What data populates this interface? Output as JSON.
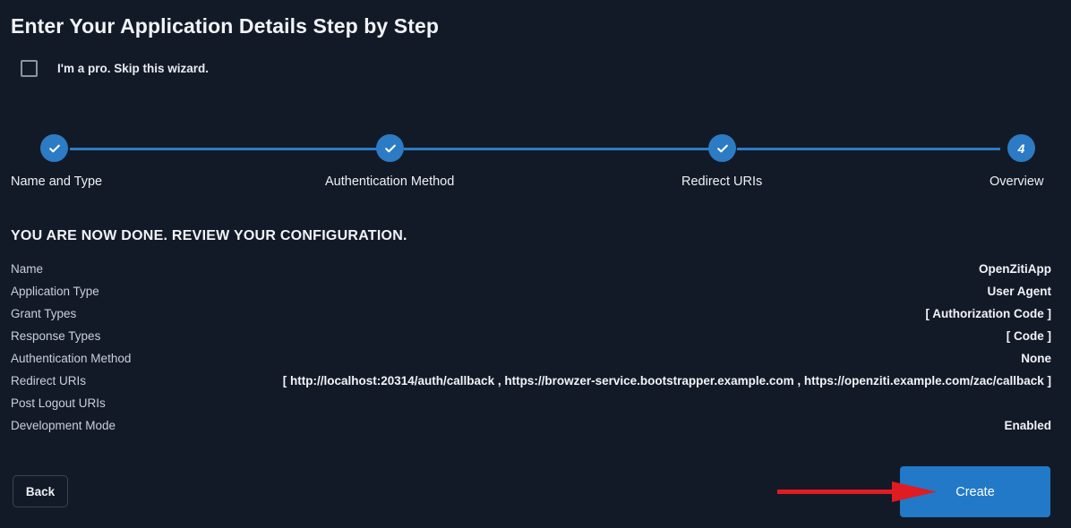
{
  "page": {
    "title": "Enter Your Application Details Step by Step",
    "background_color": "#131a27",
    "accent_color": "#2179c8",
    "annotation_color": "#e11b22"
  },
  "skip": {
    "label": "I'm a pro. Skip this wizard.",
    "checked": false
  },
  "stepper": {
    "steps": [
      {
        "label": "Name and Type",
        "state": "complete",
        "marker": "check"
      },
      {
        "label": "Authentication Method",
        "state": "complete",
        "marker": "check"
      },
      {
        "label": "Redirect URIs",
        "state": "complete",
        "marker": "check"
      },
      {
        "label": "Overview",
        "state": "current",
        "marker": "4"
      }
    ]
  },
  "review": {
    "heading": "YOU ARE NOW DONE. REVIEW YOUR CONFIGURATION.",
    "rows": [
      {
        "key": "Name",
        "value": "OpenZitiApp"
      },
      {
        "key": "Application Type",
        "value": "User Agent"
      },
      {
        "key": "Grant Types",
        "value": "[ Authorization Code ]"
      },
      {
        "key": "Response Types",
        "value": "[ Code ]"
      },
      {
        "key": "Authentication Method",
        "value": "None"
      },
      {
        "key": "Redirect URIs",
        "value": "[ http://localhost:20314/auth/callback , https://browzer-service.bootstrapper.example.com , https://openziti.example.com/zac/callback ]"
      },
      {
        "key": "Post Logout URIs",
        "value": ""
      },
      {
        "key": "Development Mode",
        "value": "Enabled"
      }
    ]
  },
  "footer": {
    "back_label": "Back",
    "create_label": "Create"
  }
}
